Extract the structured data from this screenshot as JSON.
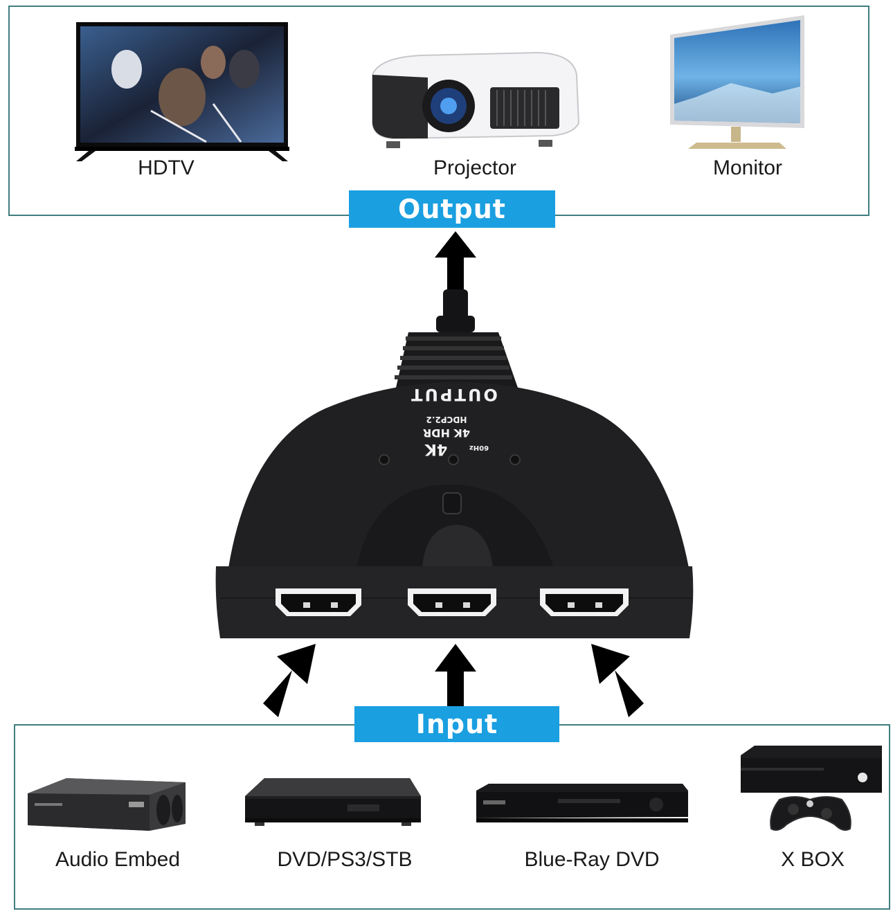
{
  "output": {
    "tag": "Output",
    "devices": [
      {
        "label": "HDTV",
        "icon": "hdtv-icon"
      },
      {
        "label": "Projector",
        "icon": "projector-icon"
      },
      {
        "label": "Monitor",
        "icon": "monitor-icon"
      }
    ]
  },
  "input": {
    "tag": "Input",
    "devices": [
      {
        "label": "Audio Embed",
        "icon": "audio-receiver-icon"
      },
      {
        "label": "DVD/PS3/STB",
        "icon": "dvd-player-icon"
      },
      {
        "label": "Blue-Ray DVD",
        "icon": "bluray-player-icon"
      },
      {
        "label": "X BOX",
        "icon": "xbox-console-icon"
      }
    ]
  },
  "switcher": {
    "printed_label": "OUTPUT",
    "spec_line_1": "4K",
    "spec_line_2": "4K HDR",
    "spec_line_3": "HDCP2.2",
    "refresh": "60Hz"
  },
  "colors": {
    "frame": "#3f7d80",
    "tag_bg": "#1a9fe0",
    "tag_text": "#ffffff",
    "device_body": "#1d1d1f"
  }
}
